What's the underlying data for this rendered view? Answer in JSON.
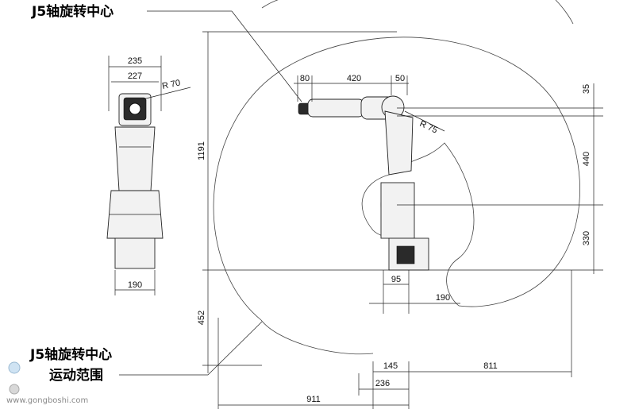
{
  "callouts": {
    "top_label": "J5轴旋转中心",
    "bottom_label_line1": "J5轴旋转中心",
    "bottom_label_line2": "运动范围"
  },
  "front_view_dims": {
    "width_outer": "235",
    "width_inner": "227",
    "radius": "R 70",
    "base_width": "190"
  },
  "side_view_dims": {
    "arm_80": "80",
    "arm_420": "420",
    "arm_50": "50",
    "radius": "R 75",
    "right_35": "35",
    "right_440": "440",
    "right_330": "330",
    "left_1191": "1191",
    "left_452": "452",
    "base_95": "95",
    "base_190": "190",
    "bottom_145": "145",
    "bottom_811": "811",
    "bottom_236": "236",
    "bottom_911": "911"
  },
  "watermark": {
    "site": "www.gongboshi.com"
  }
}
